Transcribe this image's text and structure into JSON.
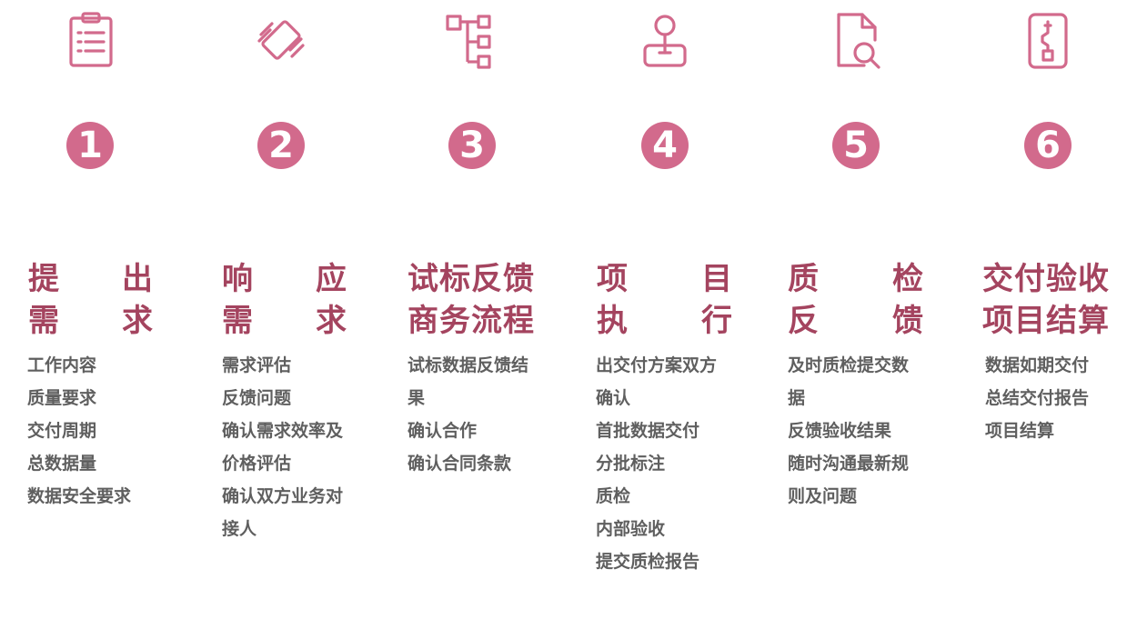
{
  "colors": {
    "accent": "#d26a8c",
    "title": "#a4445f",
    "text": "#5f5f5f"
  },
  "steps": [
    {
      "icon": "clipboard-list-icon",
      "number": "1",
      "title_line1": "提　出",
      "title_line2": "需　求",
      "items": [
        "工作内容",
        "质量要求",
        "交付周期",
        "总数据量",
        "数据安全要求"
      ]
    },
    {
      "icon": "device-rotate-icon",
      "number": "2",
      "title_line1": "响　应",
      "title_line2": "需　求",
      "items": [
        "需求评估",
        "反馈问题",
        "确认需求效率及",
        "价格评估",
        "确认双方业务对",
        "接人"
      ]
    },
    {
      "icon": "hierarchy-tree-icon",
      "number": "3",
      "title_line1": "试标反馈",
      "title_line2": "商务流程",
      "items": [
        "试标数据反馈结",
        "果",
        "确认合作",
        "确认合同条款"
      ]
    },
    {
      "icon": "joystick-icon",
      "number": "4",
      "title_line1": "项　目",
      "title_line2": "执　行",
      "items": [
        "出交付方案双方",
        "确认",
        "首批数据交付",
        "分批标注",
        "质检",
        "内部验收",
        "提交质检报告"
      ]
    },
    {
      "icon": "document-search-icon",
      "number": "5",
      "title_line1": "质　检",
      "title_line2": "反　馈",
      "items": [
        "及时质检提交数",
        "据",
        "反馈验收结果",
        "随时沟通最新规",
        "则及问题"
      ]
    },
    {
      "icon": "usb-drive-icon",
      "number": "6",
      "title_line1": "交付验收",
      "title_line2": "项目结算",
      "items": [
        "数据如期交付",
        "总结交付报告",
        "项目结算"
      ]
    }
  ]
}
